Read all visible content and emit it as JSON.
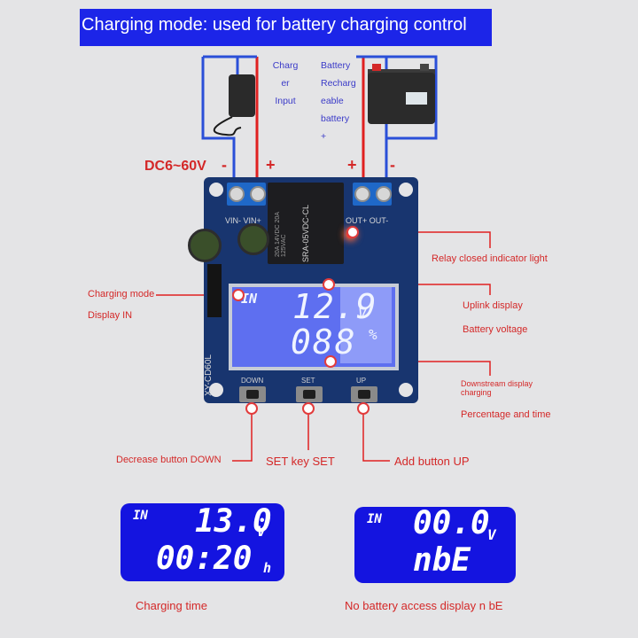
{
  "title": "Charging mode: used for battery charging control",
  "wiring": {
    "charger_label": [
      "Charg",
      "er",
      "Input"
    ],
    "battery_label": [
      "Battery",
      "Recharg",
      "eable",
      "battery",
      "+"
    ],
    "voltage_range": "DC6~60V",
    "left_minus": "-",
    "left_plus": "+",
    "right_plus": "+",
    "right_minus": "-"
  },
  "board": {
    "terminal_left": "VIN- VIN+",
    "terminal_right": "OUT+ OUT-",
    "relay_text": "SRA-05VDC-CL",
    "relay_rating": "20A 14VDC 20A 125VAC",
    "model": "XY-CD60L",
    "buttons": [
      "DOWN",
      "SET",
      "UP"
    ],
    "lcd": {
      "mode": "IN",
      "top_value": "12.9",
      "top_unit": "V",
      "bottom_value": "088",
      "bottom_unit": "%"
    }
  },
  "callouts": {
    "relay": "Relay closed indicator light",
    "uplink": "Uplink display",
    "battery_voltage": "Battery voltage",
    "downstream": "Downstream display",
    "charging": "charging",
    "percentage": "Percentage and time",
    "mode_line1": "Charging mode",
    "mode_line2": "Display IN",
    "down_button": "Decrease button DOWN",
    "set_button": "SET key SET",
    "up_button": "Add button UP"
  },
  "examples": [
    {
      "mode": "IN",
      "top_value": "13.0",
      "top_unit": "V",
      "bottom_value": "00:20",
      "bottom_unit": "h",
      "caption": "Charging time"
    },
    {
      "mode": "IN",
      "top_value": "00.0",
      "top_unit": "V",
      "bottom_value": "nbE",
      "bottom_unit": "",
      "caption": "No battery access display n bE"
    }
  ],
  "colors": {
    "banner": "#1c25e8",
    "label_red": "#d42828",
    "label_blue": "#3a3ac8",
    "wire_blue": "#2a4fd8",
    "wire_red": "#e02020",
    "panel": "#1414e0"
  }
}
